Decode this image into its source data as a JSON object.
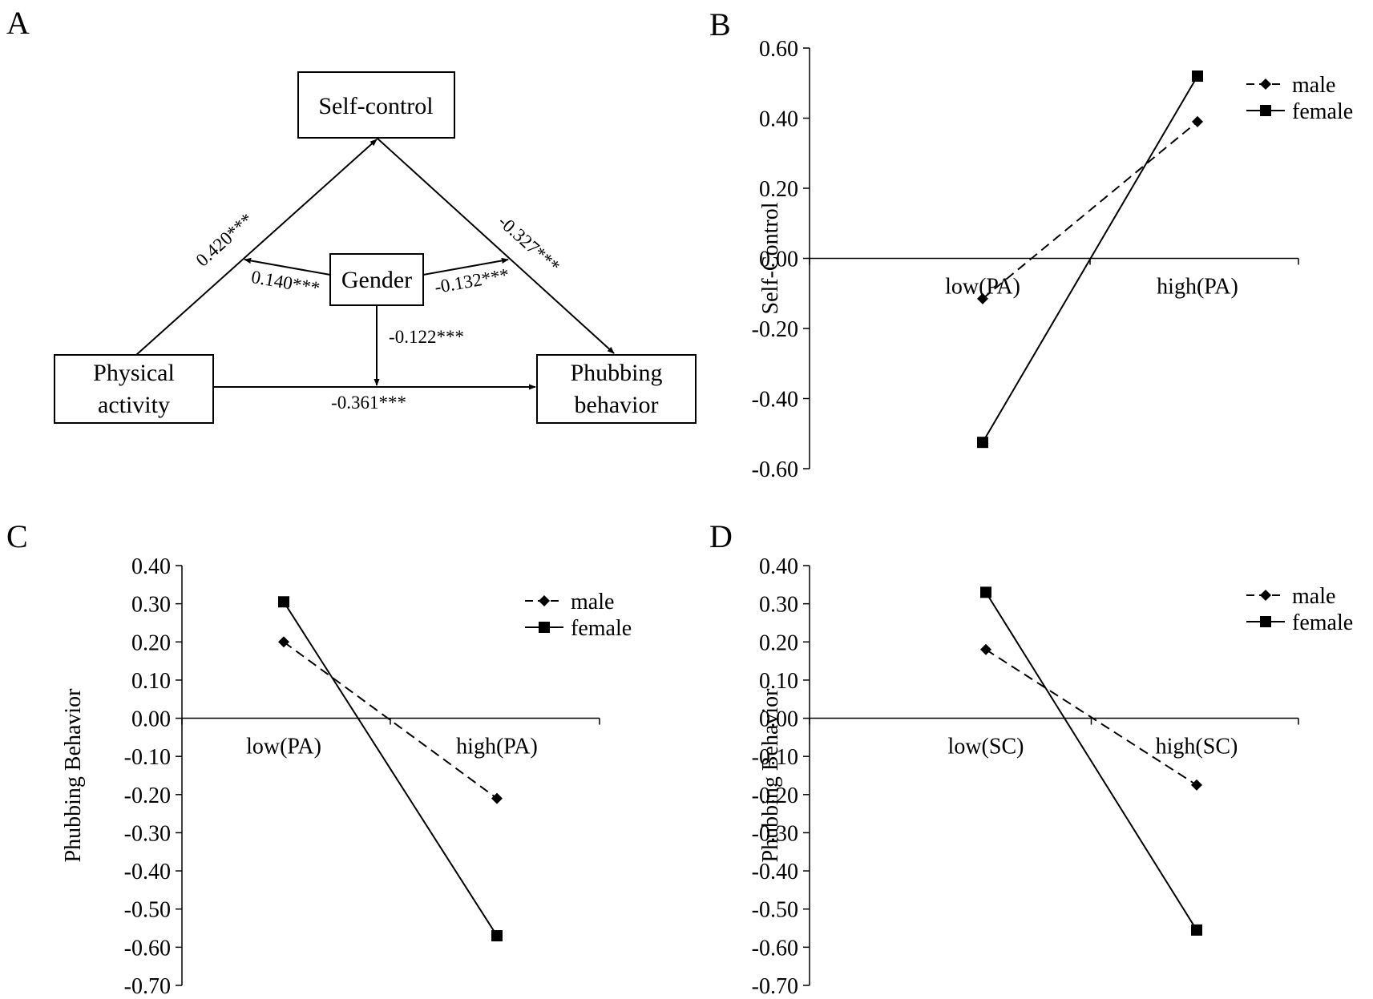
{
  "panels": {
    "A": {
      "letter": "A",
      "nodes": {
        "self_control": "Self-control",
        "gender": "Gender",
        "physical_activity": [
          "Physical",
          "activity"
        ],
        "phubbing_behavior": [
          "Phubbing",
          "behavior"
        ]
      },
      "paths": {
        "pa_to_sc": "0.420***",
        "sc_to_pb": "-0.327***",
        "gender_to_a": "0.140***",
        "gender_to_b": "-0.132***",
        "gender_to_c": "-0.122***",
        "pa_to_pb": "-0.361***"
      }
    }
  },
  "chart_data": [
    {
      "panel": "B",
      "type": "line",
      "categories": [
        "low(PA)",
        "high(PA)"
      ],
      "ylabel": "Self-Control",
      "ylim": [
        -0.6,
        0.6
      ],
      "yticks": [
        "0.60",
        "0.40",
        "0.20",
        "0.00",
        "-0.20",
        "-0.40",
        "-0.60"
      ],
      "series": [
        {
          "name": "male",
          "values": [
            -0.115,
            0.39
          ],
          "style": "dashed",
          "marker": "diamond"
        },
        {
          "name": "female",
          "values": [
            -0.525,
            0.52
          ],
          "style": "solid",
          "marker": "square"
        }
      ],
      "legend": "top-right"
    },
    {
      "panel": "C",
      "type": "line",
      "categories": [
        "low(PA)",
        "high(PA)"
      ],
      "ylabel": "Phubbing Behavior",
      "ylim": [
        -0.7,
        0.4
      ],
      "yticks": [
        "0.40",
        "0.30",
        "0.20",
        "0.10",
        "0.00",
        "-0.10",
        "-0.20",
        "-0.30",
        "-0.40",
        "-0.50",
        "-0.60",
        "-0.70"
      ],
      "series": [
        {
          "name": "male",
          "values": [
            0.2,
            -0.21
          ],
          "style": "dashed",
          "marker": "diamond"
        },
        {
          "name": "female",
          "values": [
            0.305,
            -0.57
          ],
          "style": "solid",
          "marker": "square"
        }
      ],
      "legend": "top-right"
    },
    {
      "panel": "D",
      "type": "line",
      "categories": [
        "low(SC)",
        "high(SC)"
      ],
      "ylabel": "Phubbing Behavior",
      "ylim": [
        -0.7,
        0.4
      ],
      "yticks": [
        "0.40",
        "0.30",
        "0.20",
        "0.10",
        "0.00",
        "-0.10",
        "-0.20",
        "-0.30",
        "-0.40",
        "-0.50",
        "-0.60",
        "-0.70"
      ],
      "series": [
        {
          "name": "male",
          "values": [
            0.18,
            -0.175
          ],
          "style": "dashed",
          "marker": "diamond"
        },
        {
          "name": "female",
          "values": [
            0.33,
            -0.555
          ],
          "style": "solid",
          "marker": "square"
        }
      ],
      "legend": "top-right"
    }
  ]
}
